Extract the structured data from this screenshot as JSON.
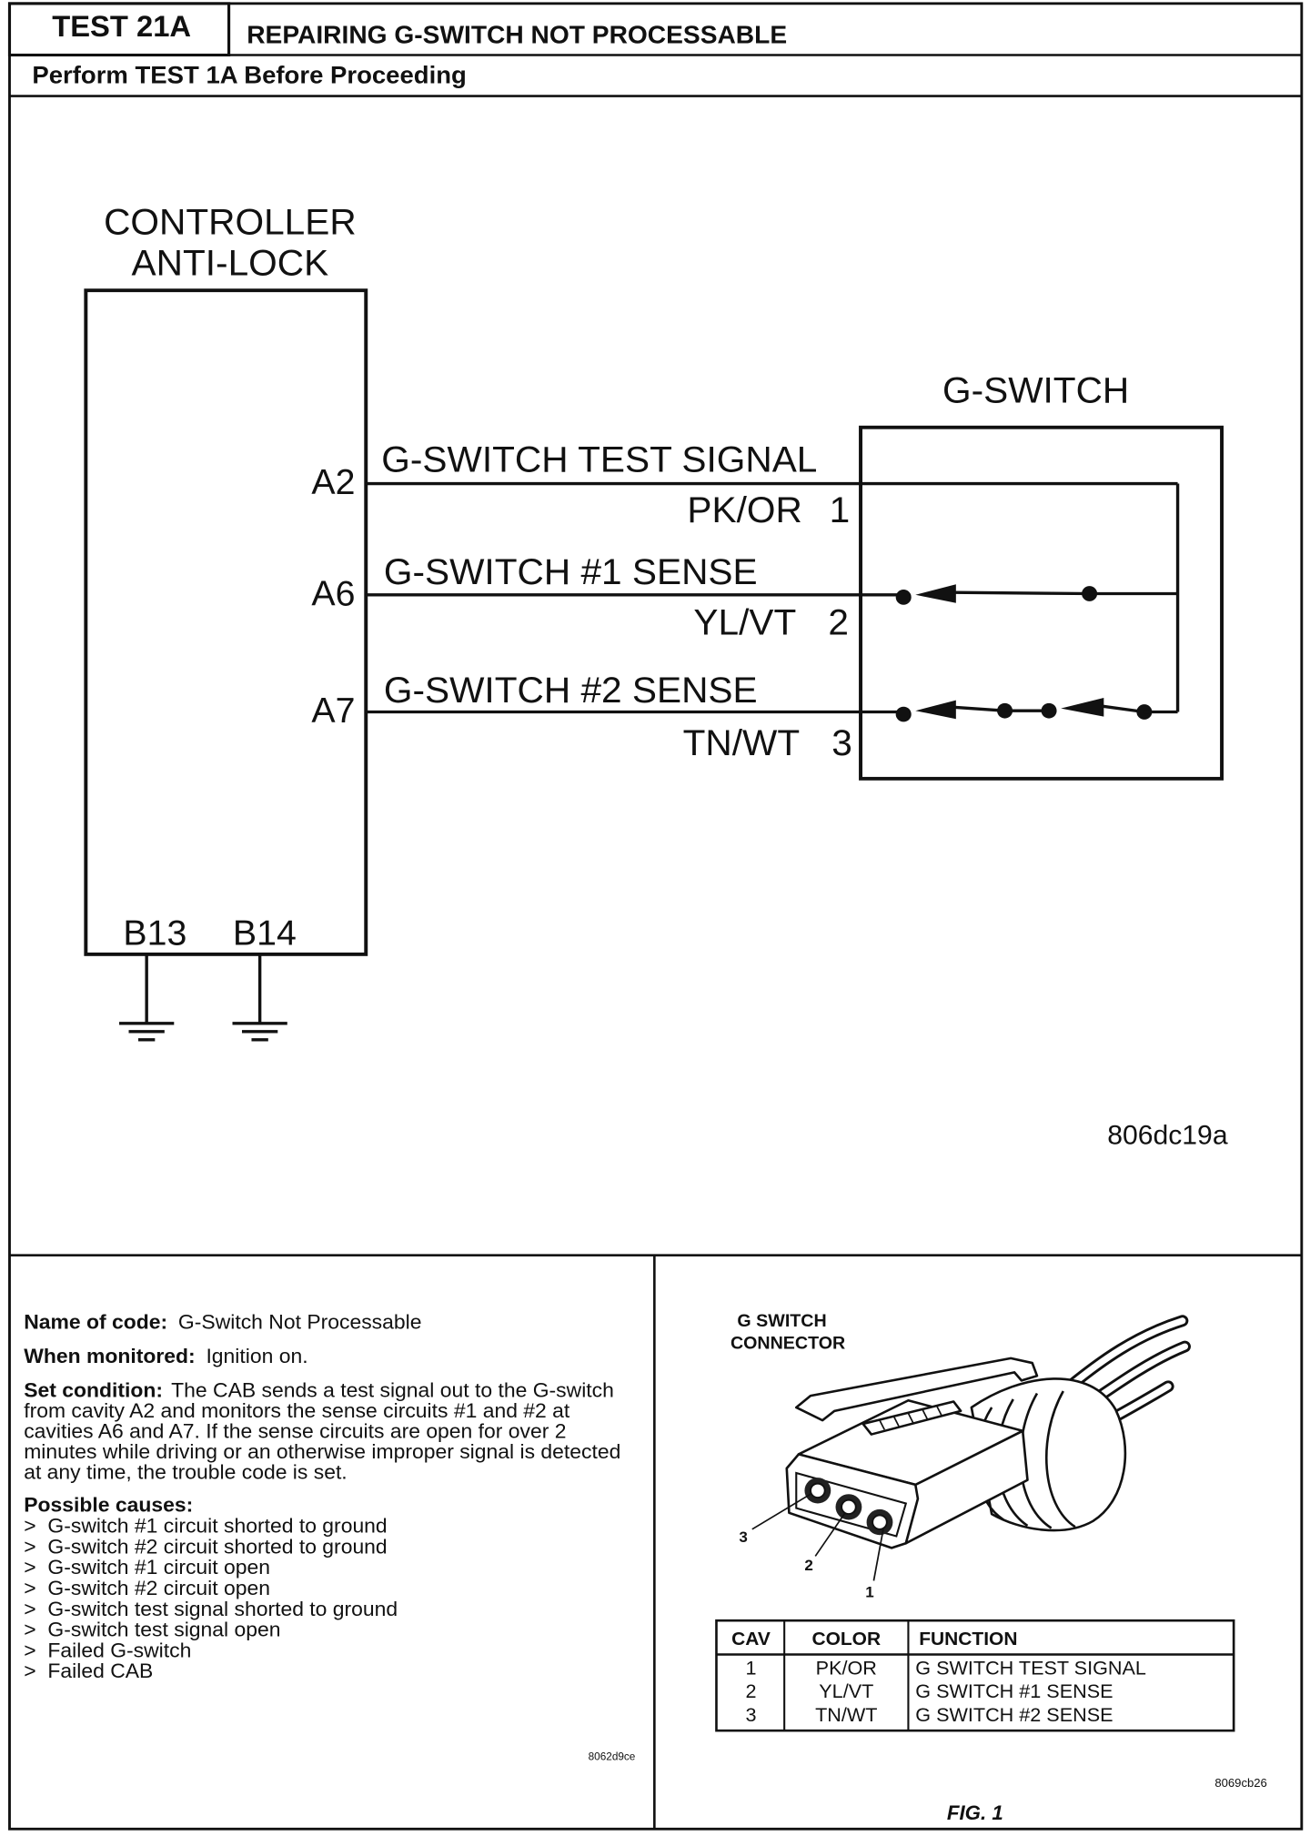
{
  "header": {
    "test_id": "TEST 21A",
    "title": "REPAIRING G-SWITCH NOT PROCESSABLE",
    "prerequisite": "Perform TEST 1A Before Proceeding"
  },
  "diagram": {
    "controller": {
      "line1": "CONTROLLER",
      "line2": "ANTI-LOCK"
    },
    "switch_label": "G-SWITCH",
    "circuits": [
      {
        "cavity": "A2",
        "name": "G-SWITCH TEST SIGNAL",
        "wire_color": "PK/OR",
        "pin": "1"
      },
      {
        "cavity": "A6",
        "name": "G-SWITCH #1 SENSE",
        "wire_color": "YL/VT",
        "pin": "2"
      },
      {
        "cavity": "A7",
        "name": "G-SWITCH #2 SENSE",
        "wire_color": "TN/WT",
        "pin": "3"
      }
    ],
    "grounds": [
      {
        "cavity": "B13",
        "icon": "ground-icon"
      },
      {
        "cavity": "B14",
        "icon": "ground-icon"
      }
    ],
    "figure_id": "806dc19a"
  },
  "code_info": {
    "name_of_code": {
      "label": "Name of code:",
      "value": "G-Switch Not Processable"
    },
    "when_monitored": {
      "label": "When monitored:",
      "value": "Ignition on."
    },
    "set_condition": {
      "label": "Set condition:",
      "lines": [
        "The CAB sends a test signal out to the G-switch",
        "from cavity A2 and monitors the sense circuits #1 and #2 at",
        "cavities A6 and A7. If the sense circuits are open for over 2",
        "minutes while driving or an otherwise improper signal is detected",
        "at any time, the trouble code is set."
      ]
    },
    "possible_causes": {
      "label": "Possible causes:",
      "bullet": ">",
      "items": [
        "G-switch #1 circuit shorted to ground",
        "G-switch #2 circuit shorted to ground",
        "G-switch #1 circuit open",
        "G-switch #2 circuit open",
        "G-switch test signal shorted to ground",
        "G-switch test signal open",
        "Failed G-switch",
        "Failed CAB"
      ]
    },
    "figure_id": "8062d9ce"
  },
  "connector_figure": {
    "title_line1": "G SWITCH",
    "title_line2": "CONNECTOR",
    "illustration_icon": "connector-icon",
    "callouts": [
      "3",
      "2",
      "1"
    ],
    "table": {
      "headers": [
        "CAV",
        "COLOR",
        "FUNCTION"
      ],
      "rows": [
        {
          "cav": "1",
          "color": "PK/OR",
          "function": "G SWITCH TEST SIGNAL"
        },
        {
          "cav": "2",
          "color": "YL/VT",
          "function": "G SWITCH #1 SENSE"
        },
        {
          "cav": "3",
          "color": "TN/WT",
          "function": "G SWITCH #2 SENSE"
        }
      ]
    },
    "figure_id": "8069cb26",
    "caption": "FIG. 1"
  }
}
